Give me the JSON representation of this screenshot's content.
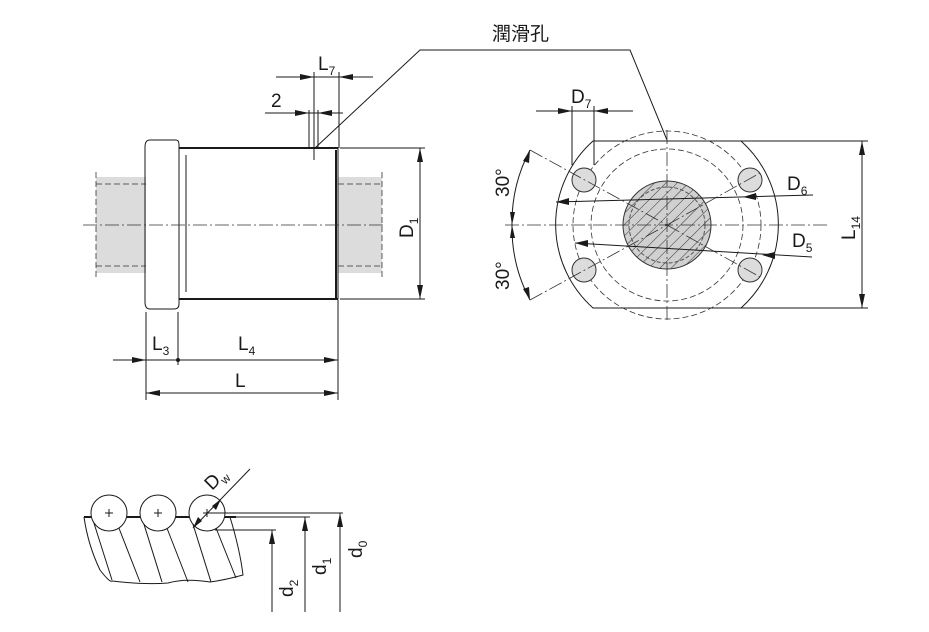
{
  "title": "潤滑孔",
  "side_view": {
    "L7": {
      "base": "L",
      "sub": "7"
    },
    "two": "2",
    "D1": {
      "base": "D",
      "sub": "1"
    },
    "L3": {
      "base": "L",
      "sub": "3"
    },
    "L4": {
      "base": "L",
      "sub": "4"
    },
    "L": "L"
  },
  "front_view": {
    "D7": {
      "base": "D",
      "sub": "7"
    },
    "D6": {
      "base": "D",
      "sub": "6"
    },
    "D5": {
      "base": "D",
      "sub": "5"
    },
    "L14": {
      "base": "L",
      "sub": "14"
    },
    "angle_top": "30°",
    "angle_bottom": "30°"
  },
  "detail_view": {
    "Dw": {
      "base": "D",
      "sub": "w"
    },
    "d2": {
      "base": "d",
      "sub": "2"
    },
    "d1": {
      "base": "d",
      "sub": "1"
    },
    "d0": {
      "base": "d",
      "sub": "0"
    }
  },
  "colors": {
    "fill_gray": "#dcdcdc",
    "line": "#1a1a1a"
  }
}
